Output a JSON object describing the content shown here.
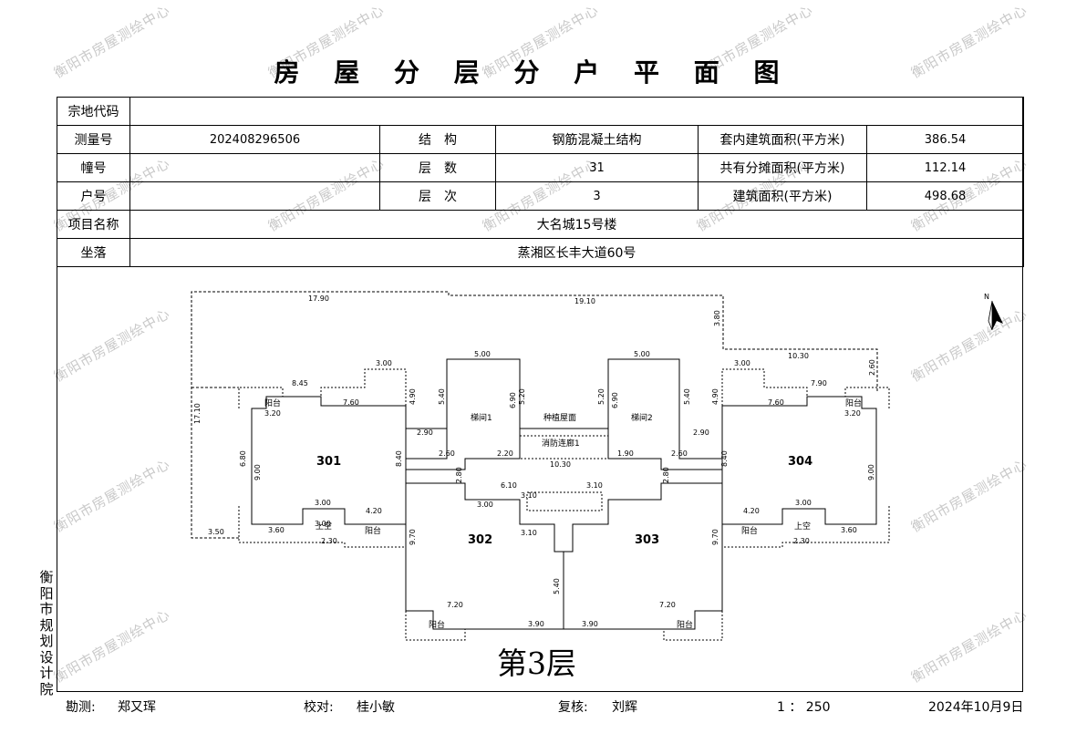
{
  "title": "房 屋 分 层 分 户 平 面 图",
  "watermark": "衡阳市房屋测绘中心",
  "info": {
    "parcel_code_label": "宗地代码",
    "parcel_code": "",
    "survey_no_label": "测量号",
    "survey_no": "202408296506",
    "structure_label": "结　构",
    "structure": "钢筋混凝土结构",
    "inner_area_label": "套内建筑面积(平方米)",
    "inner_area": "386.54",
    "building_label": "幢号",
    "building": "",
    "floors_label": "层　数",
    "floors": "31",
    "shared_area_label": "共有分摊面积(平方米)",
    "shared_area": "112.14",
    "unit_label": "户号",
    "unit": "",
    "floor_label": "层　次",
    "floor": "3",
    "total_area_label": "建筑面积(平方米)",
    "total_area": "498.68",
    "project_label": "项目名称",
    "project": "大名城15号楼",
    "location_label": "坐落",
    "location": "蒸湘区长丰大道60号"
  },
  "plan": {
    "floor_caption": "第3层",
    "units": [
      "301",
      "302",
      "303",
      "304"
    ],
    "rooms": [
      "梯间1",
      "种植屋面",
      "梯间2",
      "消防连廊1",
      "阳台",
      "阳台",
      "阳台",
      "阳台",
      "阳台",
      "阳台",
      "上空",
      "上空"
    ],
    "dimensions": [
      "17.90",
      "19.10",
      "3.80",
      "10.30",
      "17.10",
      "5.00",
      "5.00",
      "3.00",
      "3.00",
      "8.45",
      "7.90",
      "7.60",
      "7.60",
      "3.20",
      "3.20",
      "4.90",
      "4.90",
      "5.40",
      "5.40",
      "6.90",
      "6.90",
      "5.20",
      "5.20",
      "2.90",
      "2.90",
      "2.60",
      "2.60",
      "2.20",
      "1.90",
      "10.30",
      "6.10",
      "3.10",
      "3.10",
      "3.10",
      "3.00",
      "3.00",
      "3.00",
      "3.00",
      "4.20",
      "4.20",
      "3.60",
      "3.60",
      "3.50",
      "2.30",
      "2.30",
      "6.80",
      "9.00",
      "9.00",
      "8.40",
      "8.40",
      "9.70",
      "9.70",
      "2.80",
      "2.80",
      "7.20",
      "7.20",
      "3.90",
      "3.90",
      "5.40",
      "2.60"
    ],
    "north": "N"
  },
  "side_org": "衡阳市规划设计院",
  "footer": {
    "surveyor_label": "勘测:",
    "surveyor": "郑又珲",
    "checker_label": "校对:",
    "checker": "桂小敏",
    "reviewer_label": "复核:",
    "reviewer": "刘辉",
    "scale": "1 ： 250",
    "date": "2024年10月9日"
  }
}
